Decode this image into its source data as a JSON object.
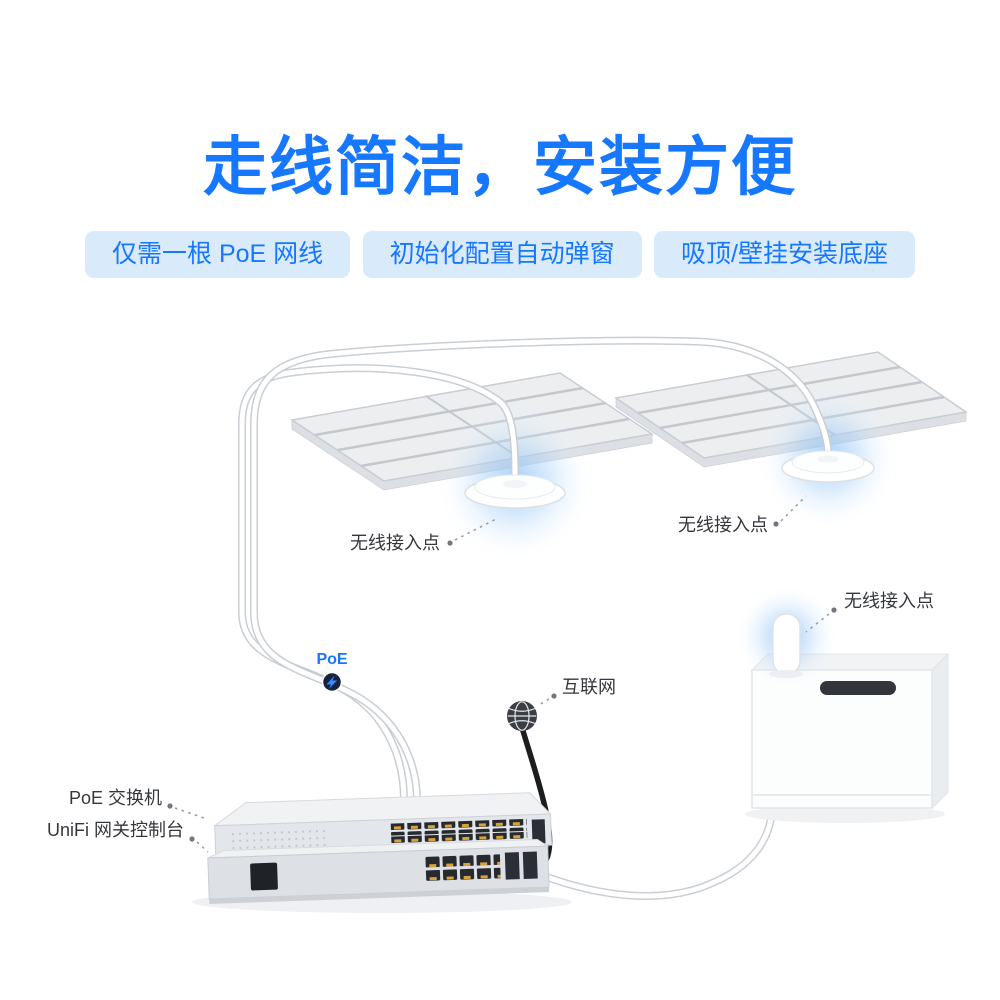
{
  "header": {
    "title": "走线简洁，安装方便"
  },
  "features": [
    {
      "label": "仅需一根 PoE 网线"
    },
    {
      "label": "初始化配置自动弹窗"
    },
    {
      "label": "吸顶/壁挂安装底座"
    }
  ],
  "diagram": {
    "labels": {
      "ap_left": "无线接入点",
      "ap_right": "无线接入点",
      "ap_desktop": "无线接入点",
      "internet": "互联网",
      "poe": "PoE",
      "poe_switch": "PoE 交换机",
      "gateway": "UniFi 网关控制台"
    },
    "colors": {
      "accent_blue": "#1677ff",
      "pill_background": "#d9eafb",
      "glow_blue": "#8fc1f6",
      "label_text": "#34373c",
      "cable_white": "#ffffff",
      "cable_black": "#1c1d1f"
    }
  }
}
